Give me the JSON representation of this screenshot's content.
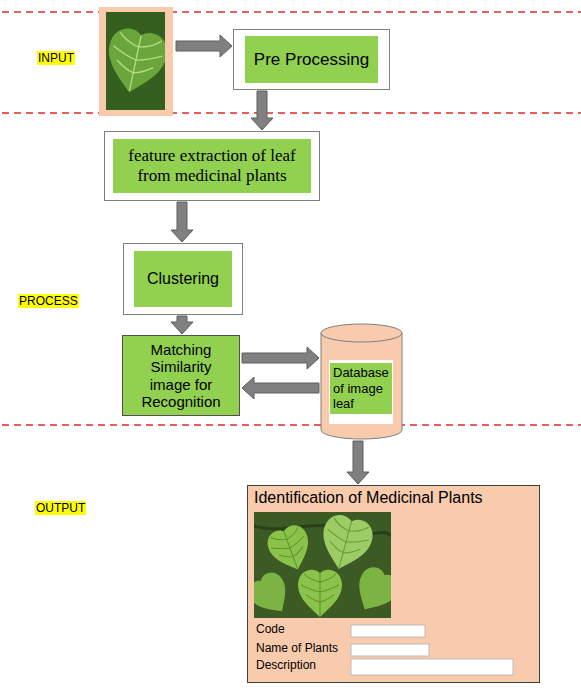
{
  "diagram": {
    "nodes": [
      {
        "text": [
          "Pre Processing"
        ]
      },
      {
        "text": [
          "feature extraction of leaf from medicinal plants"
        ]
      },
      {
        "text": [
          "Clustering"
        ]
      },
      {
        "text": [
          "Matching Similarity image for Recognition"
        ]
      },
      {
        "text": [
          "Database of image leaf"
        ]
      },
      {
        "text": [
          "Identification of Medicinal Plants",
          "Code",
          "Name of Plants",
          "Description"
        ]
      }
    ],
    "edges": [
      {
        "from": 0,
        "to": 1,
        "arrow": "to"
      },
      {
        "from": 1,
        "to": 2,
        "arrow": "to"
      },
      {
        "from": 2,
        "to": 3,
        "arrow": "to"
      },
      {
        "from": 3,
        "to": 4,
        "arrow": "to"
      },
      {
        "from": 4,
        "to": 3,
        "arrow": "to"
      },
      {
        "from": 4,
        "to": 5,
        "arrow": "to"
      }
    ],
    "labels": [
      "INPUT",
      "PROCESS",
      "OUTPUT"
    ]
  }
}
